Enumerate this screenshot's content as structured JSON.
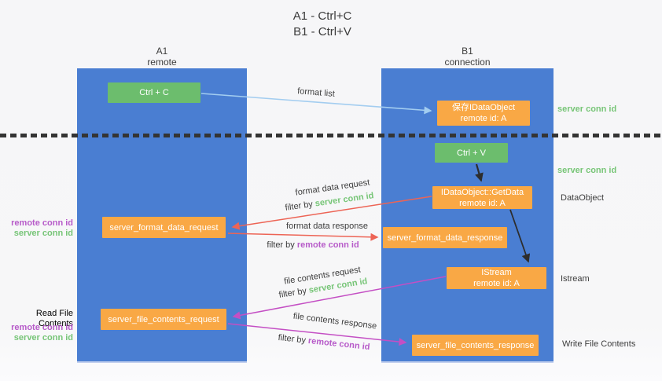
{
  "title": {
    "line1": "A1 - Ctrl+C",
    "line2": "B1 - Ctrl+V"
  },
  "columns": {
    "left": {
      "name": "A1",
      "role": "remote"
    },
    "right": {
      "name": "B1",
      "role": "connection"
    }
  },
  "nodes": {
    "ctrl_c": {
      "label": "Ctrl + C"
    },
    "save_dataobject": {
      "line1": "保存IDataObject",
      "line2": "remote id: A"
    },
    "ctrl_v": {
      "label": "Ctrl + V"
    },
    "getdata": {
      "line1": "IDataObject::GetData",
      "line2": "remote id: A"
    },
    "format_request": {
      "label": "server_format_data_request"
    },
    "format_response": {
      "label": "server_format_data_response"
    },
    "istream": {
      "line1": "IStream",
      "line2": "remote id: A"
    },
    "file_request": {
      "label": "server_file_contents_request"
    },
    "file_response": {
      "label": "server_file_contents_response"
    }
  },
  "edge_labels": {
    "format_list": "format list",
    "format_data_request": "format data request",
    "format_data_response": "format data response",
    "file_contents_request": "file contents request",
    "file_contents_response": "file contents response",
    "filter_by": "filter by",
    "server_conn_id": "server conn id",
    "remote_conn_id": "remote conn id"
  },
  "side_labels": {
    "left_top": {
      "remote_conn_id": "remote conn id",
      "server_conn_id": "server conn id"
    },
    "left_bottom": {
      "title": "Read File Contents",
      "remote_conn_id": "remote conn id",
      "server_conn_id": "server conn id"
    },
    "right": {
      "server_conn_id_top": "server conn id",
      "server_conn_id_mid": "server conn id",
      "dataobject": "DataObject",
      "istream": "Istream",
      "write_file_contents": "Write File Contents"
    }
  },
  "colors": {
    "column_blue": "#4a7ed2",
    "node_orange": "#f9a845",
    "node_green": "#6cbd6d",
    "arrow_light_blue": "#a3cdf0",
    "arrow_red": "#ed6455",
    "arrow_magenta": "#c44fc4",
    "arrow_black": "#2d2d2d",
    "text_green": "#77c577",
    "text_purple": "#b75bc9",
    "text_dark": "#3d3d3d"
  }
}
